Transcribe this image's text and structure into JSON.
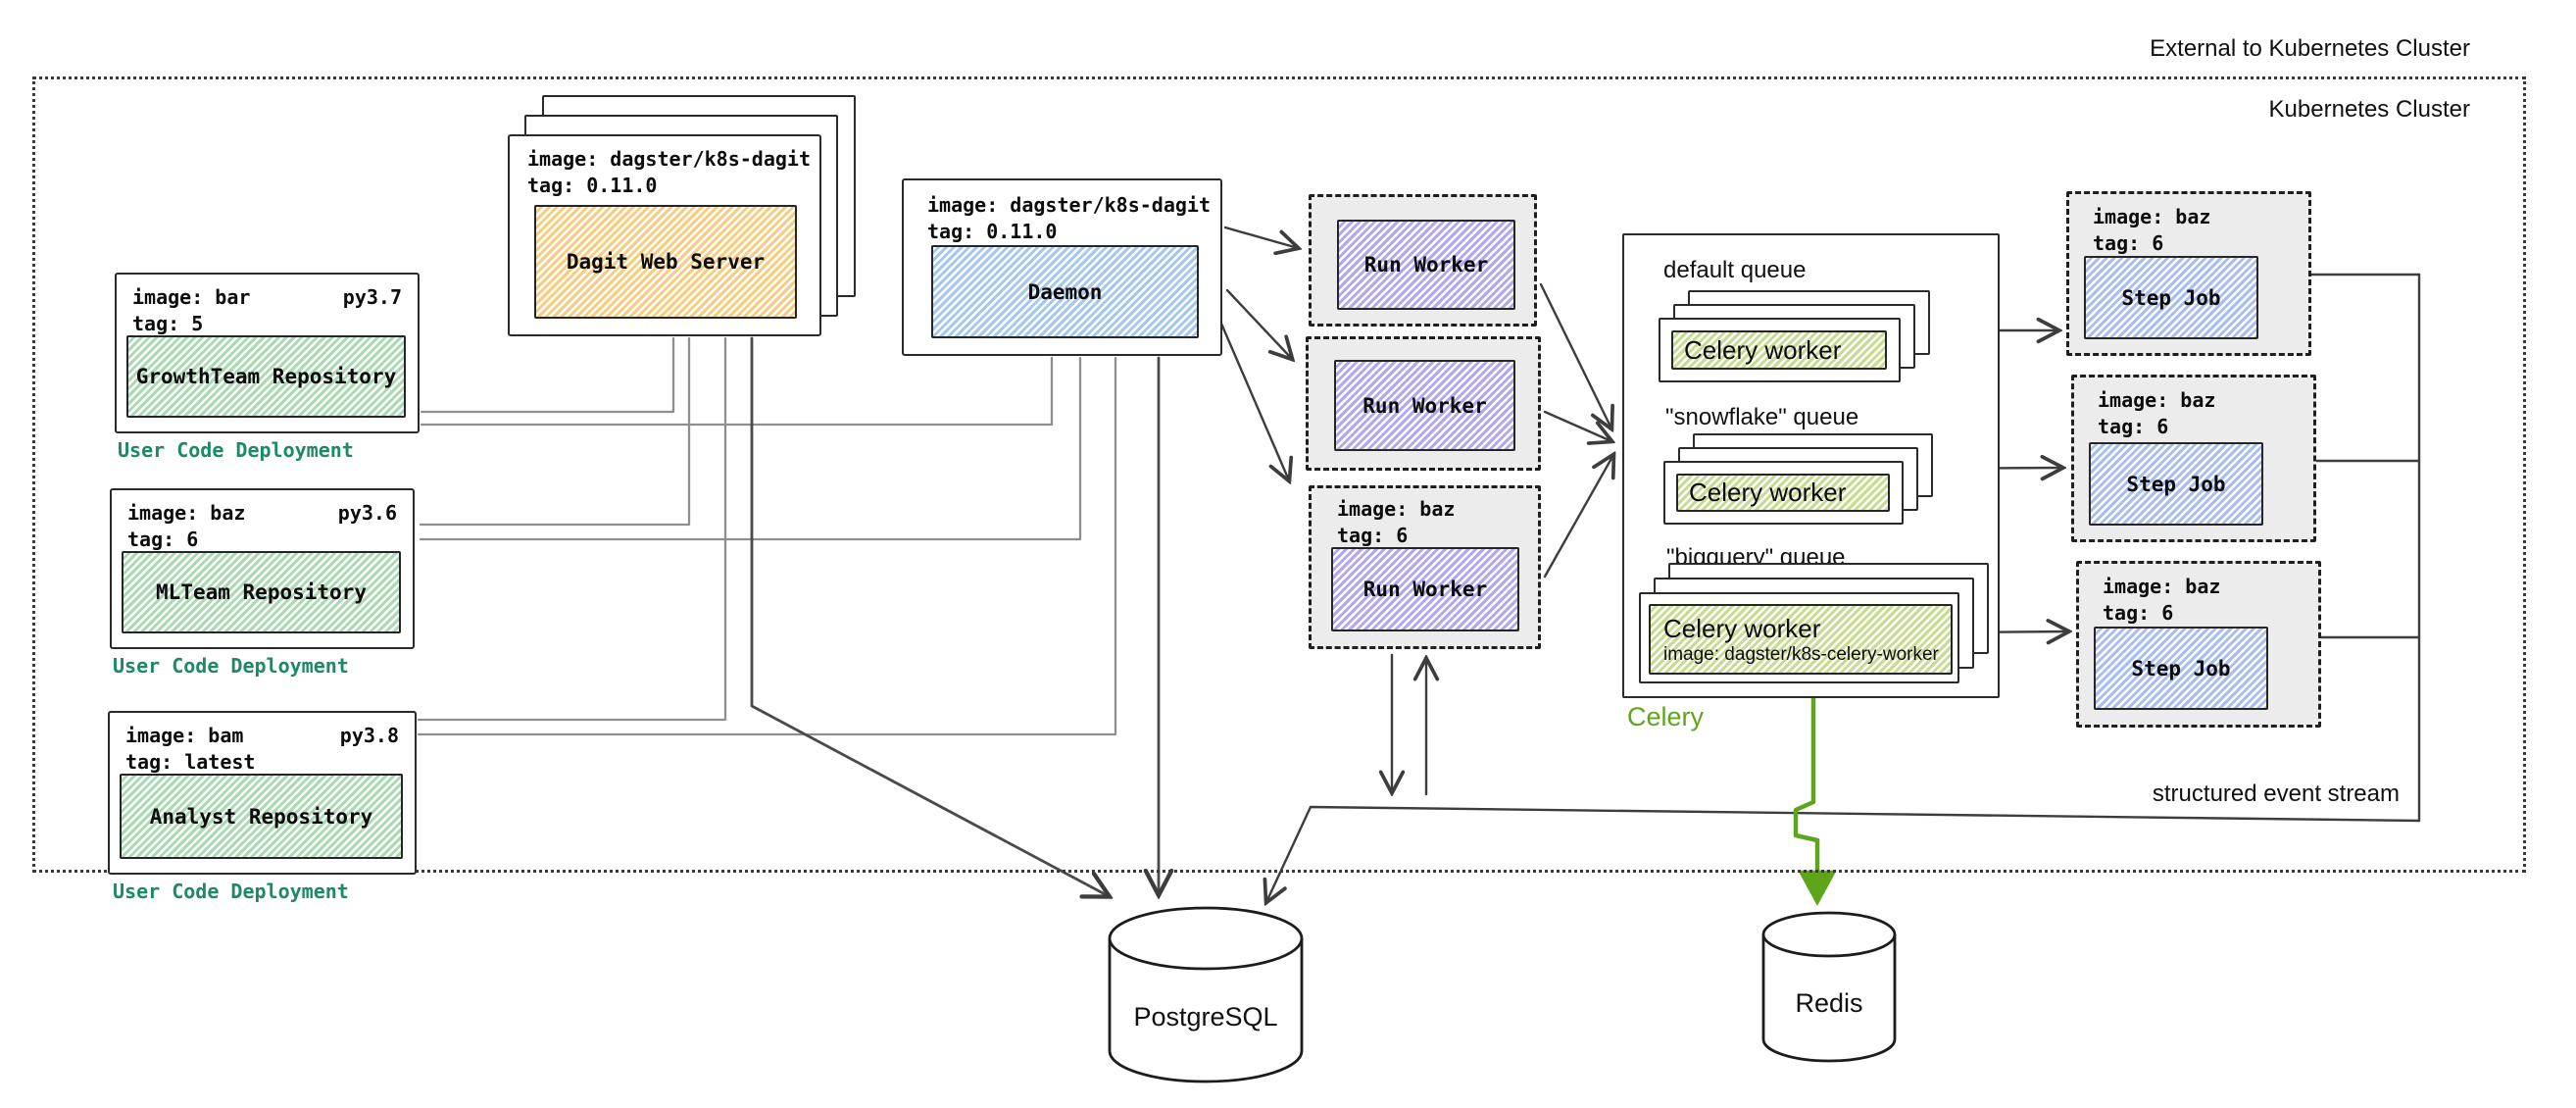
{
  "cluster": {
    "external_label": "External to Kubernetes Cluster",
    "label": "Kubernetes Cluster"
  },
  "repos": [
    {
      "image": "image: bar",
      "py": "py3.7",
      "tag": "tag: 5",
      "name": "GrowthTeam Repository",
      "caption": "User Code Deployment"
    },
    {
      "image": "image: baz",
      "py": "py3.6",
      "tag": "tag: 6",
      "name": "MLTeam Repository",
      "caption": "User Code Deployment"
    },
    {
      "image": "image: bam",
      "py": "py3.8",
      "tag": "tag: latest",
      "name": "Analyst Repository",
      "caption": "User Code Deployment"
    }
  ],
  "dagit": {
    "image": "image: dagster/k8s-dagit",
    "tag": "tag: 0.11.0",
    "name": "Dagit Web Server"
  },
  "daemon": {
    "image": "image: dagster/k8s-dagit",
    "tag": "tag: 0.11.0",
    "name": "Daemon"
  },
  "run_workers": [
    {
      "name": "Run Worker"
    },
    {
      "name": "Run Worker"
    },
    {
      "image": "image: baz",
      "tag": "tag: 6",
      "name": "Run Worker"
    }
  ],
  "celery": {
    "label": "Celery",
    "queues": [
      {
        "title": "default queue",
        "worker": "Celery worker"
      },
      {
        "title": "\"snowflake\" queue",
        "worker": "Celery worker"
      },
      {
        "title": "\"bigquery\" queue",
        "worker": "Celery worker",
        "worker_image": "image: dagster/k8s-celery-worker"
      }
    ]
  },
  "step_jobs": [
    {
      "image": "image: baz",
      "tag": "tag: 6",
      "name": "Step Job"
    },
    {
      "image": "image: baz",
      "tag": "tag: 6",
      "name": "Step Job"
    },
    {
      "image": "image: baz",
      "tag": "tag: 6",
      "name": "Step Job"
    }
  ],
  "databases": {
    "postgres": "PostgreSQL",
    "redis": "Redis"
  },
  "annotations": {
    "event_stream": "structured event stream"
  },
  "colors": {
    "user_code_caption": "#1c8a63",
    "celery_label": "#5ea51c",
    "green_hatch": "#abd9b4",
    "orange_hatch": "#f9cd80",
    "blue_hatch": "#a6c7ee",
    "purple_hatch": "#b5a6f0",
    "periwinkle_hatch": "#a9bdf0",
    "lime_hatch": "#c6dc90"
  }
}
